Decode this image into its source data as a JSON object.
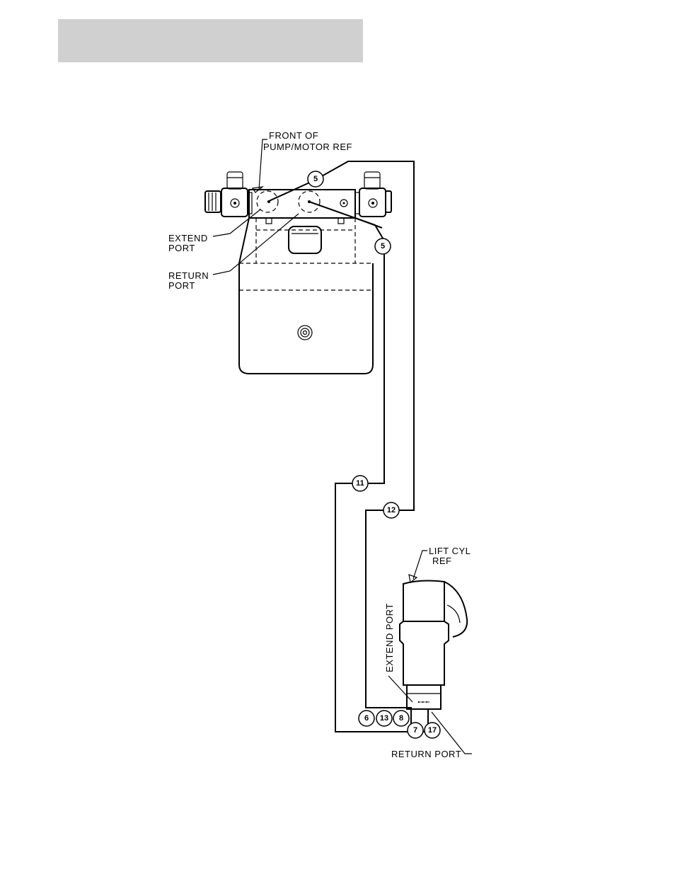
{
  "header_bar": {
    "text": ""
  },
  "labels": {
    "front_of_pump_motor_ref_line1": "FRONT OF",
    "front_of_pump_motor_ref_line2": "PUMP/MOTOR REF",
    "extend_port_pump_line1": "EXTEND",
    "extend_port_pump_line2": "PORT",
    "return_port_pump_line1": "RETURN",
    "return_port_pump_line2": "PORT",
    "lift_cyl_ref_line1": "LIFT CYL",
    "lift_cyl_ref_line2": "REF",
    "extend_port_cyl": "EXTEND PORT",
    "return_port_cyl": "RETURN PORT"
  },
  "callouts": {
    "c5_top": "5",
    "c5_side": "5",
    "c11": "11",
    "c12": "12",
    "c6": "6",
    "c13": "13",
    "c8": "8",
    "c7": "7",
    "c17": "17"
  }
}
